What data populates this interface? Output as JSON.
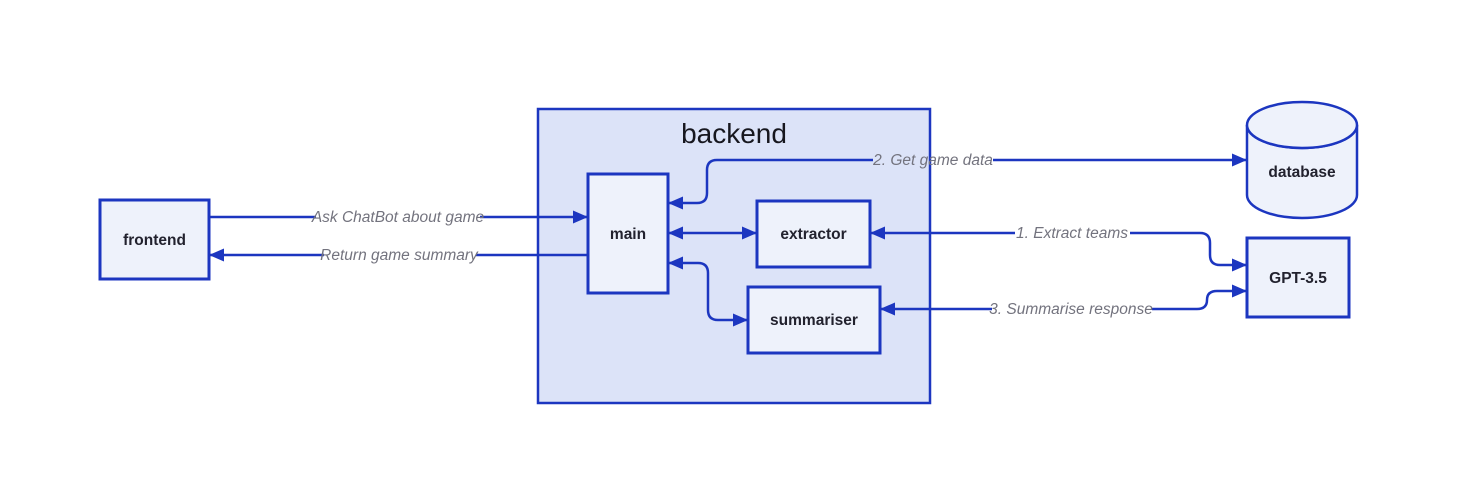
{
  "diagram": {
    "container": {
      "title": "backend"
    },
    "nodes": {
      "frontend": {
        "label": "frontend"
      },
      "main": {
        "label": "main"
      },
      "extractor": {
        "label": "extractor"
      },
      "summariser": {
        "label": "summariser"
      },
      "database": {
        "label": "database"
      },
      "gpt": {
        "label": "GPT-3.5"
      }
    },
    "edges": {
      "ask": {
        "label": "Ask ChatBot about game",
        "from": "frontend",
        "to": "main",
        "bidirectional": false
      },
      "return": {
        "label": "Return game summary",
        "from": "main",
        "to": "frontend",
        "bidirectional": false
      },
      "get_game_data": {
        "label": "2. Get game data",
        "from": "main",
        "to": "database",
        "bidirectional": true
      },
      "main_extractor": {
        "label": "",
        "from": "main",
        "to": "extractor",
        "bidirectional": true
      },
      "main_summariser": {
        "label": "",
        "from": "main",
        "to": "summariser",
        "bidirectional": true
      },
      "extract_teams": {
        "label": "1. Extract teams",
        "from": "extractor",
        "to": "gpt",
        "bidirectional": true
      },
      "summarise_response": {
        "label": "3. Summarise response",
        "from": "summariser",
        "to": "gpt",
        "bidirectional": true
      }
    },
    "colors": {
      "stroke_blue": "#1c36c0",
      "container_fill": "#dce3f8",
      "node_fill": "#eef2fb",
      "edge_label_gray": "#73737e",
      "node_text": "#22222e"
    }
  }
}
